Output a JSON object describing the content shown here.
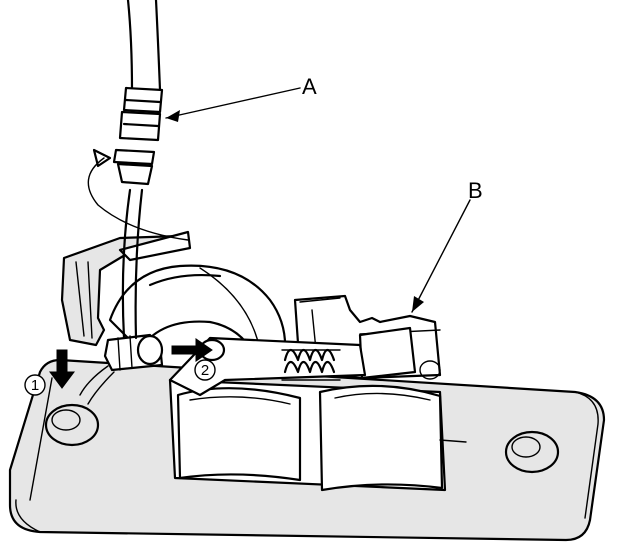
{
  "callouts": {
    "a": "A",
    "b": "B"
  },
  "steps": {
    "one": "1",
    "two": "2"
  },
  "colors": {
    "ink": "#000000",
    "shade": "#cfcfcf",
    "background": "#ffffff"
  }
}
